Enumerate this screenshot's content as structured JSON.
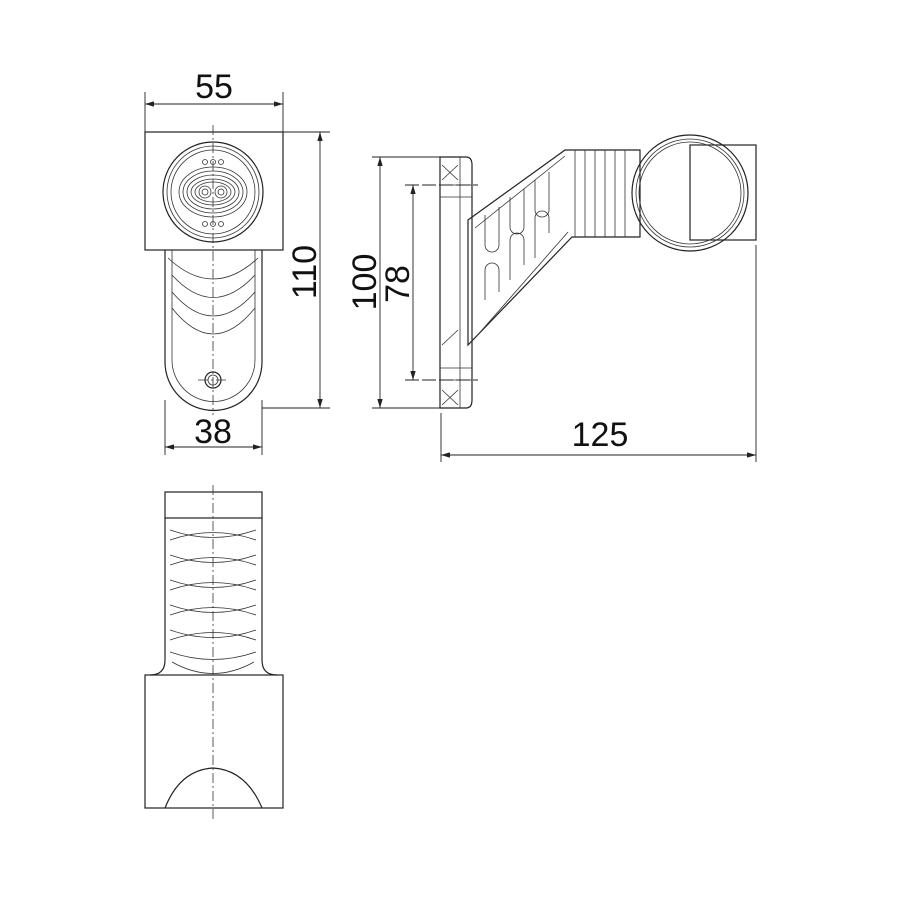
{
  "dimensions": {
    "front_width": "55",
    "front_height": "110",
    "stem_width": "38",
    "flange_height": "100",
    "hole_spacing": "78",
    "arm_length": "125"
  },
  "colors": {
    "line": "#222222",
    "background": "#ffffff"
  }
}
